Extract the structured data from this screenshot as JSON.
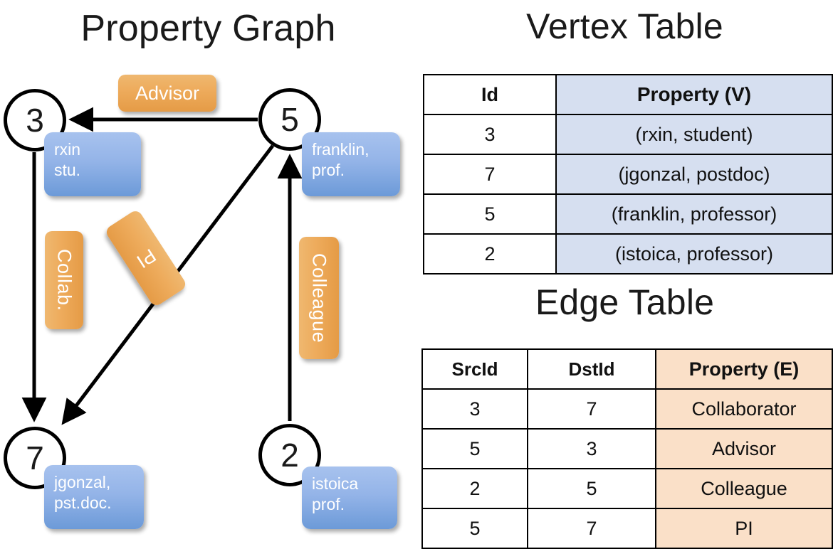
{
  "titles": {
    "property_graph": "Property Graph",
    "vertex_table": "Vertex Table",
    "edge_table": "Edge Table"
  },
  "graph": {
    "nodes": [
      {
        "id": "3",
        "property": "rxin\nstu."
      },
      {
        "id": "5",
        "property": "franklin,\nprof."
      },
      {
        "id": "7",
        "property": "jgonzal,\npst.doc."
      },
      {
        "id": "2",
        "property": "istoica\nprof."
      }
    ],
    "node_labels": {
      "n3": "3",
      "n5": "5",
      "n7": "7",
      "n2": "2"
    },
    "property_boxes": {
      "rxin_line1": "rxin",
      "rxin_line2": "stu.",
      "franklin_line1": "franklin,",
      "franklin_line2": "prof.",
      "jgonzal_line1": "jgonzal,",
      "jgonzal_line2": "pst.doc.",
      "istoica_line1": "istoica",
      "istoica_line2": "prof."
    },
    "edge_labels": {
      "advisor": "Advisor",
      "collab": "Collab.",
      "pi": "PI",
      "colleague": "Colleague"
    },
    "edges": [
      {
        "src": "5",
        "dst": "3",
        "label": "Advisor"
      },
      {
        "src": "3",
        "dst": "7",
        "label": "Collab."
      },
      {
        "src": "5",
        "dst": "7",
        "label": "PI"
      },
      {
        "src": "2",
        "dst": "5",
        "label": "Colleague"
      }
    ]
  },
  "colors": {
    "vertex_property_fill": "#d6dff0",
    "edge_property_fill": "#fae0c8",
    "node_box_blue": "#94b4e8",
    "edge_label_orange": "#eeac5d",
    "stroke": "#000000"
  },
  "vertex_table": {
    "headers": [
      "Id",
      "Property (V)"
    ],
    "rows": [
      {
        "id": "3",
        "property": "(rxin, student)"
      },
      {
        "id": "7",
        "property": "(jgonzal, postdoc)"
      },
      {
        "id": "5",
        "property": "(franklin, professor)"
      },
      {
        "id": "2",
        "property": "(istoica, professor)"
      }
    ]
  },
  "edge_table": {
    "headers": [
      "SrcId",
      "DstId",
      "Property (E)"
    ],
    "rows": [
      {
        "src": "3",
        "dst": "7",
        "property": "Collaborator"
      },
      {
        "src": "5",
        "dst": "3",
        "property": "Advisor"
      },
      {
        "src": "2",
        "dst": "5",
        "property": "Colleague"
      },
      {
        "src": "5",
        "dst": "7",
        "property": "PI"
      }
    ]
  }
}
